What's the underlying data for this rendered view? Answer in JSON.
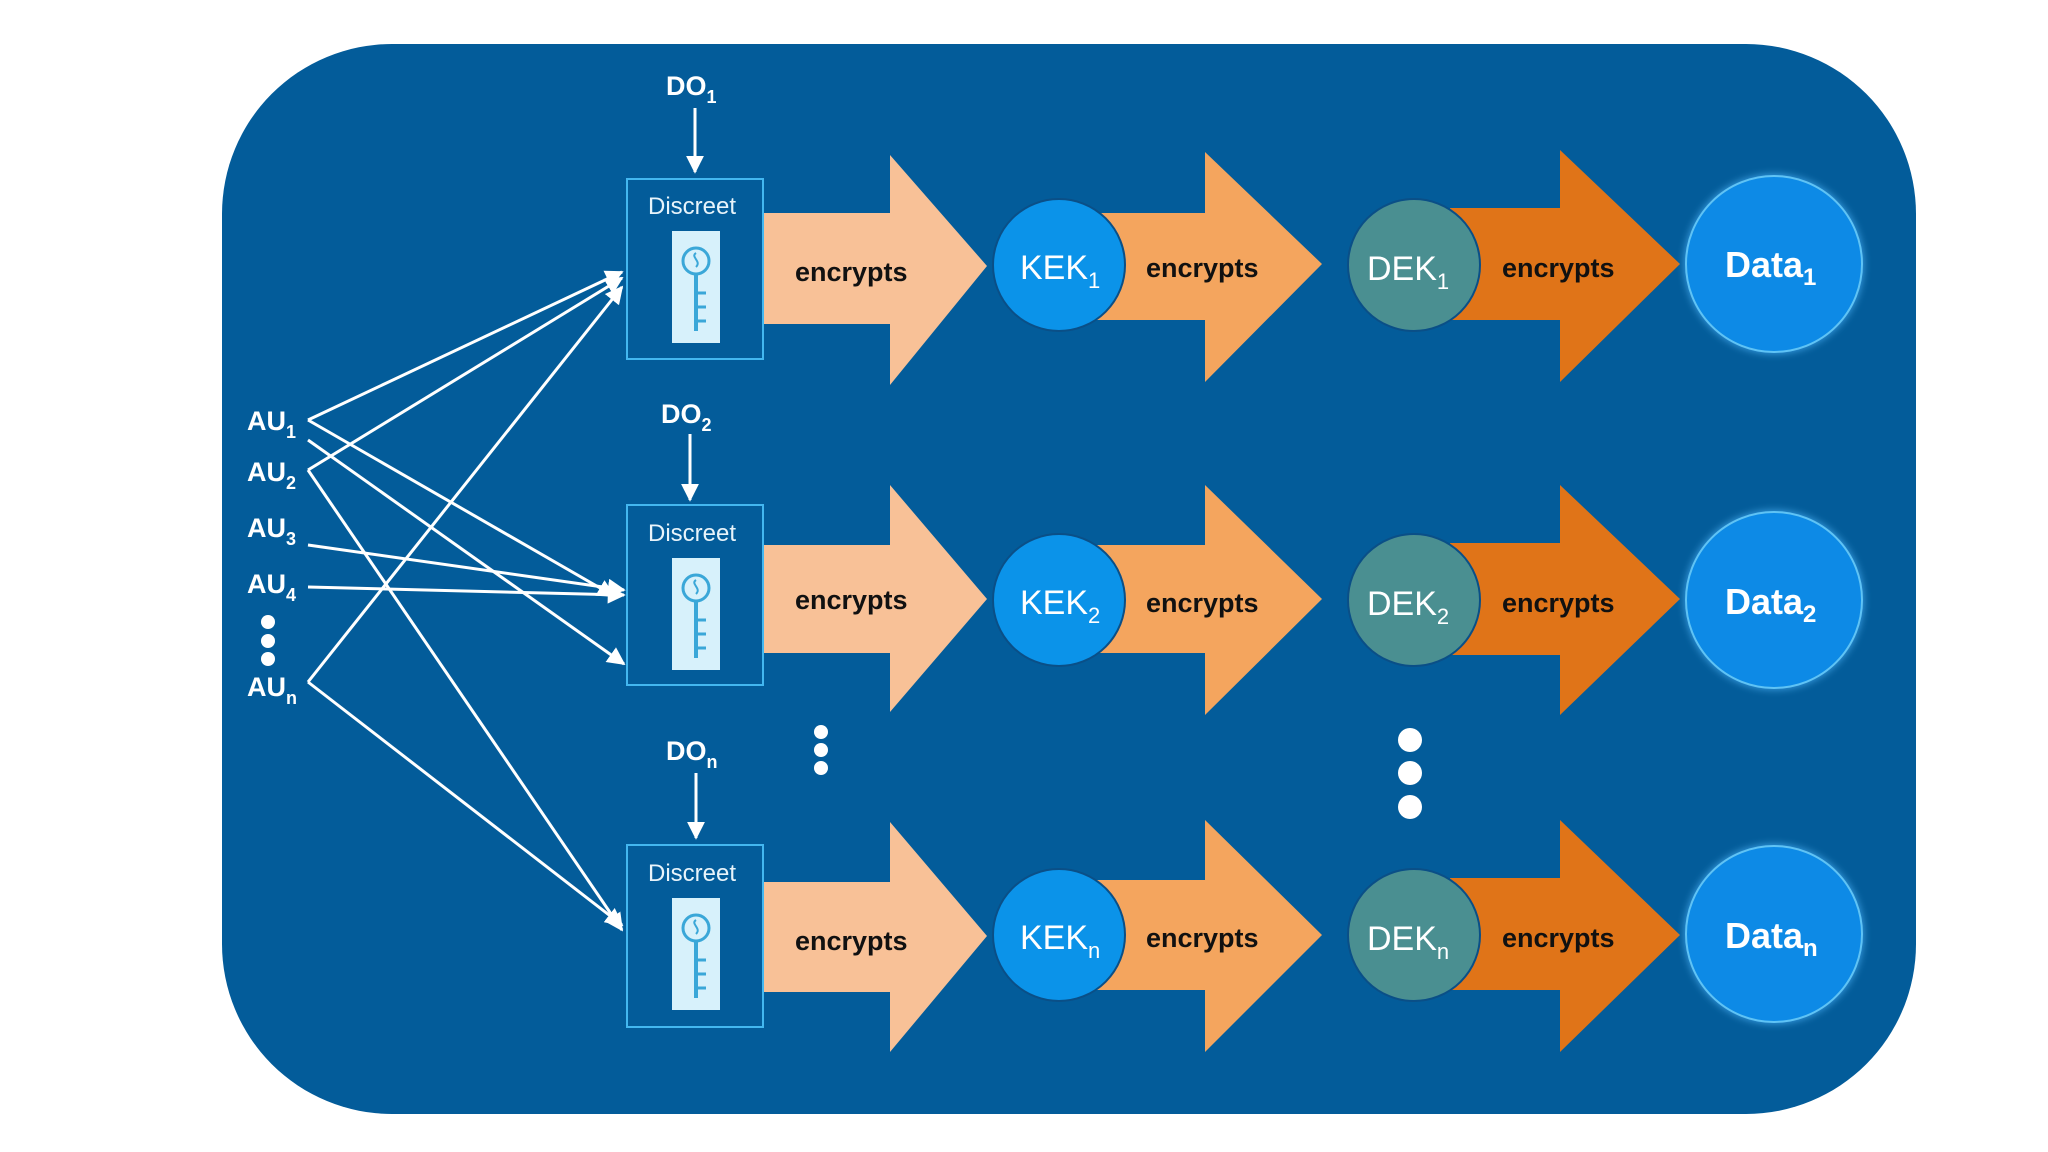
{
  "colors": {
    "panel": "#035c9a",
    "line": "#ffffff",
    "key_box_stroke": "#43b7f0",
    "arrow_light": "#f8c197",
    "arrow_mid": "#f4a55e",
    "arrow_dark": "#e07418",
    "kek_circle": "#0b93e9",
    "dek_circle": "#4a8f91",
    "data_circle": "#0b8ae6",
    "dots": "#ffffff"
  },
  "users": [
    {
      "main": "AU",
      "sub": "1"
    },
    {
      "main": "AU",
      "sub": "2"
    },
    {
      "main": "AU",
      "sub": "3"
    },
    {
      "main": "AU",
      "sub": "4"
    },
    {
      "main": "AU",
      "sub": "n"
    }
  ],
  "rows": [
    {
      "owner": {
        "main": "DO",
        "sub": "1"
      },
      "discreet_label": "Discreet",
      "encrypts_label": "encrypts",
      "kek": {
        "main": "KEK",
        "sub": "1"
      },
      "dek": {
        "main": "DEK",
        "sub": "1"
      },
      "data": {
        "main": "Data",
        "sub": "1"
      }
    },
    {
      "owner": {
        "main": "DO",
        "sub": "2"
      },
      "discreet_label": "Discreet",
      "encrypts_label": "encrypts",
      "kek": {
        "main": "KEK",
        "sub": "2"
      },
      "dek": {
        "main": "DEK",
        "sub": "2"
      },
      "data": {
        "main": "Data",
        "sub": "2"
      }
    },
    {
      "owner": {
        "main": "DO",
        "sub": "n"
      },
      "discreet_label": "Discreet",
      "encrypts_label": "encrypts",
      "kek": {
        "main": "KEK",
        "sub": "n"
      },
      "dek": {
        "main": "DEK",
        "sub": "n"
      },
      "data": {
        "main": "Data",
        "sub": "n"
      }
    }
  ],
  "access_links": [
    {
      "from": "AU1",
      "to": "Discreet (DO1)"
    },
    {
      "from": "AU1",
      "to": "Discreet (DO2)"
    },
    {
      "from": "AU2",
      "to": "Discreet (DO1)"
    },
    {
      "from": "AU2",
      "to": "Discreet (DO2)"
    },
    {
      "from": "AU2",
      "to": "Discreet (DOn)"
    },
    {
      "from": "AU3",
      "to": "Discreet (DO2)"
    },
    {
      "from": "AU4",
      "to": "Discreet (DO2)"
    },
    {
      "from": "AUn",
      "to": "Discreet (DO1)"
    },
    {
      "from": "AUn",
      "to": "Discreet (DOn)"
    }
  ],
  "icons": {
    "key": "key-icon",
    "ellipsis": "vertical-ellipsis"
  }
}
